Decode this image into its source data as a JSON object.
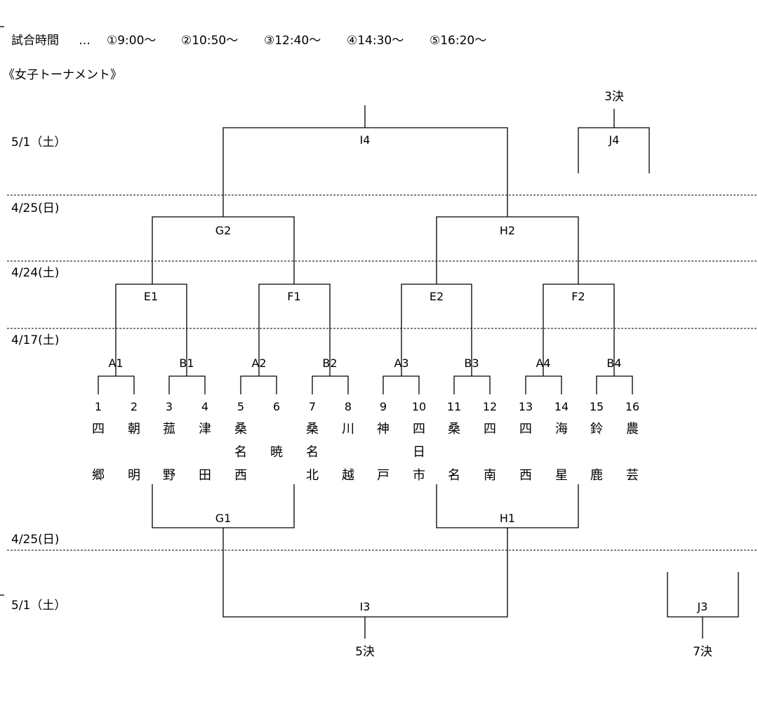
{
  "schedule": {
    "label": "試合時間",
    "separator": "…",
    "times": [
      "①9:00～",
      "②10:50～",
      "③12:40～",
      "④14:30～",
      "⑤16:20～"
    ]
  },
  "section_title": "《女子トーナメント》",
  "dates": {
    "may1_top": "5/1（土）",
    "apr25_top": "4/25(日)",
    "apr24": "4/24(土)",
    "apr17": "4/17(土)",
    "apr25_bottom": "4/25(日)",
    "may1_bottom": "5/1（土）"
  },
  "matches": {
    "I4": "I4",
    "J4": "J4",
    "G2": "G2",
    "H2": "H2",
    "E1": "E1",
    "F1": "F1",
    "E2": "E2",
    "F2": "F2",
    "A1": "A1",
    "B1": "B1",
    "A2": "A2",
    "B2": "B2",
    "A3": "A3",
    "B3": "B3",
    "A4": "A4",
    "B4": "B4",
    "G1": "G1",
    "H1": "H1",
    "I3": "I3",
    "J3": "J3"
  },
  "places": {
    "third": "3決",
    "fifth": "5決",
    "seventh": "7決"
  },
  "teams": [
    {
      "num": "1",
      "l1": "四",
      "l2": "",
      "l3": "郷"
    },
    {
      "num": "2",
      "l1": "朝",
      "l2": "",
      "l3": "明"
    },
    {
      "num": "3",
      "l1": "菰",
      "l2": "",
      "l3": "野"
    },
    {
      "num": "4",
      "l1": "津",
      "l2": "",
      "l3": "田"
    },
    {
      "num": "5",
      "l1": "桑",
      "l2": "名",
      "l3": "西"
    },
    {
      "num": "6",
      "l1": "",
      "l2": "暁",
      "l3": ""
    },
    {
      "num": "7",
      "l1": "桑",
      "l2": "名",
      "l3": "北"
    },
    {
      "num": "8",
      "l1": "川",
      "l2": "",
      "l3": "越"
    },
    {
      "num": "9",
      "l1": "神",
      "l2": "",
      "l3": "戸"
    },
    {
      "num": "10",
      "l1": "四",
      "l2": "日",
      "l3": "市"
    },
    {
      "num": "11",
      "l1": "桑",
      "l2": "",
      "l3": "名"
    },
    {
      "num": "12",
      "l1": "四",
      "l2": "",
      "l3": "南"
    },
    {
      "num": "13",
      "l1": "四",
      "l2": "",
      "l3": "西"
    },
    {
      "num": "14",
      "l1": "海",
      "l2": "",
      "l3": "星"
    },
    {
      "num": "15",
      "l1": "鈴",
      "l2": "",
      "l3": "鹿"
    },
    {
      "num": "16",
      "l1": "農",
      "l2": "",
      "l3": "芸"
    }
  ]
}
